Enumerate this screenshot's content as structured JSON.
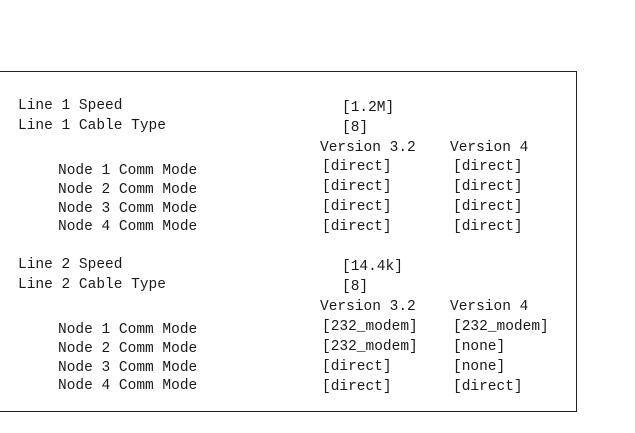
{
  "line1": {
    "speed_label": "Line 1 Speed",
    "speed_value": "[1.2M]",
    "cable_label": "Line 1 Cable Type",
    "cable_value": "[8]",
    "version_a_header": "Version 3.2",
    "version_b_header": "Version 4",
    "nodes": [
      {
        "label": "Node 1 Comm Mode",
        "v32": "[direct]",
        "v4": "[direct]"
      },
      {
        "label": "Node 2 Comm Mode",
        "v32": "[direct]",
        "v4": "[direct]"
      },
      {
        "label": "Node 3 Comm Mode",
        "v32": "[direct]",
        "v4": "[direct]"
      },
      {
        "label": "Node 4 Comm Mode",
        "v32": "[direct]",
        "v4": "[direct]"
      }
    ]
  },
  "line2": {
    "speed_label": "Line 2 Speed",
    "speed_value": "[14.4k]",
    "cable_label": "Line 2 Cable Type",
    "cable_value": "[8]",
    "version_a_header": "Version 3.2",
    "version_b_header": "Version 4",
    "nodes": [
      {
        "label": "Node 1 Comm Mode",
        "v32": "[232_modem]",
        "v4": "[232_modem]"
      },
      {
        "label": "Node 2 Comm Mode",
        "v32": "[232_modem]",
        "v4": "[none]"
      },
      {
        "label": "Node 3 Comm Mode",
        "v32": "[direct]",
        "v4": "[none]"
      },
      {
        "label": "Node 4 Comm Mode",
        "v32": "[direct]",
        "v4": "[direct]"
      }
    ]
  }
}
